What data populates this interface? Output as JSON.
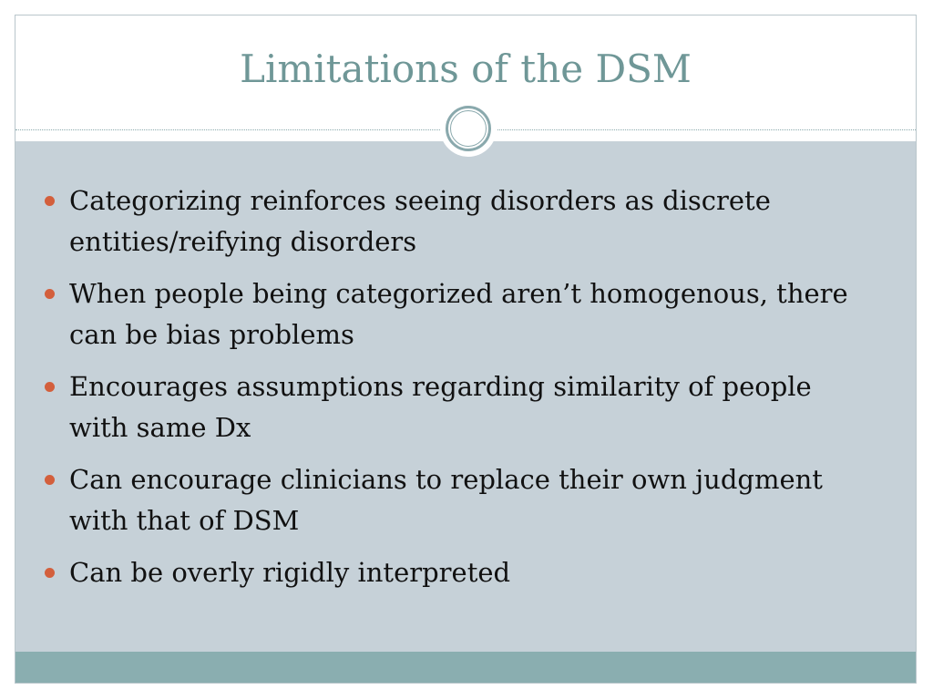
{
  "slide": {
    "title": "Limitations of the DSM",
    "bullets": [
      "Categorizing reinforces seeing disorders as discrete entities/reifying disorders",
      "When people being categorized aren’t homogenous, there can be bias problems",
      "Encourages assumptions regarding similarity of people with same Dx",
      "Can encourage clinicians to replace their own judgment with that of DSM",
      "Can be overly rigidly interpreted"
    ]
  },
  "colors": {
    "title": "#6f9797",
    "content_background": "#c6d1d8",
    "bullet_marker": "#d35f3c",
    "footer_bar": "#8aaeb0",
    "ornament": "#8aa9ad"
  },
  "icons": {
    "ornament": "double-ring-circle-icon",
    "bullet": "filled-circle-bullet-icon"
  }
}
